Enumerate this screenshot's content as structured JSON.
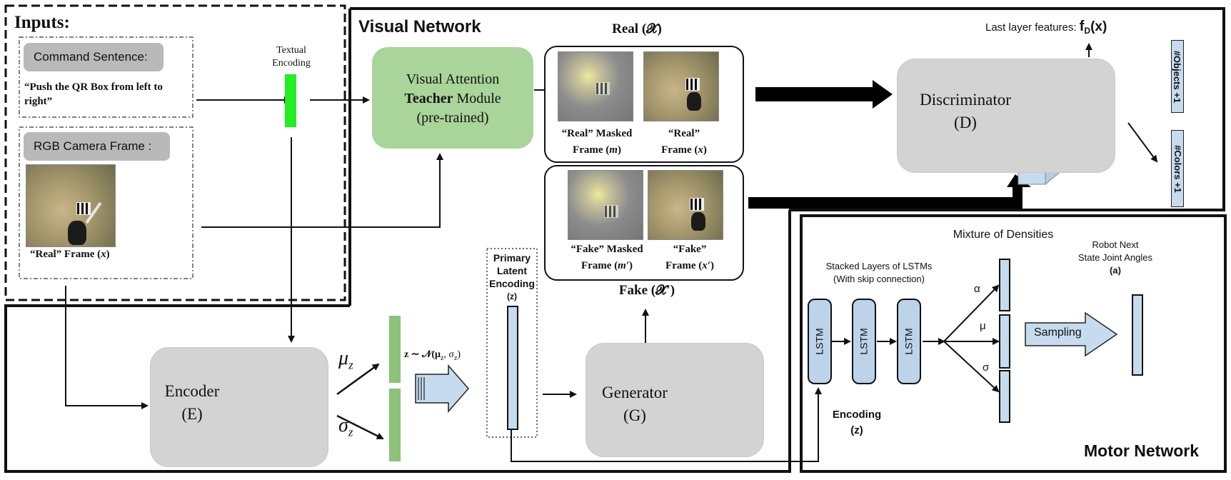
{
  "inputs": {
    "title": "Inputs:",
    "command_label": "Command Sentence:",
    "command_text_line1": "“Push the QR Box from left to",
    "command_text_line2": "right”",
    "rgb_label": "RGB Camera Frame :",
    "real_frame_label_prefix": "“Real” Frame (",
    "real_frame_label_var": "x",
    "real_frame_label_suffix": ")"
  },
  "textual_encoding": {
    "line1": "Textual",
    "line2": "Encoding",
    "color": "#22ee22"
  },
  "visual_network": {
    "title": "Visual Network",
    "teacher_line1": "Visual Attention",
    "teacher_bold": "Teacher",
    "teacher_line2_rest": " Module",
    "teacher_line3": "(pre-trained)",
    "real_title": "Real (𝓧)",
    "real_masked_line1": "“Real” Masked",
    "real_masked_line2_prefix": "Frame (",
    "real_masked_var": "m",
    "real_masked_suffix": ")",
    "real_line1": "“Real”",
    "real_line2_prefix": "Frame (",
    "real_var": "x",
    "real_suffix": ")",
    "fake_masked_line1": "“Fake” Masked",
    "fake_masked_line2_prefix": "Frame (",
    "fake_masked_var": "m′",
    "fake_masked_suffix": ")",
    "fake_line1": "“Fake”",
    "fake_line2_prefix": "Frame (",
    "fake_var": "x′",
    "fake_suffix": ")",
    "fake_title": "Fake (𝓧′)",
    "discriminator_line1": "Discriminator",
    "discriminator_line2": "(D)",
    "last_layer_prefix": "Last layer features: ",
    "last_layer_f": "f",
    "last_layer_sub": "D",
    "last_layer_suffix": "(x)",
    "objects_bar": "#Objects +1",
    "colors_bar": "#Colors +1"
  },
  "encoder": {
    "line1": "Encoder",
    "line2": "(E)",
    "mu": "μ",
    "mu_sub": "z",
    "sigma": "σ",
    "sigma_sub": "z",
    "sample_formula": "z ∼ 𝒩(μ",
    "sample_sub1": "z",
    "sample_mid": ", σ",
    "sample_sub2": "z",
    "sample_end": ")"
  },
  "latent": {
    "line1": "Primary",
    "line2": "Latent",
    "line3": "Encoding",
    "line4": "(z)"
  },
  "generator": {
    "line1": "Generator",
    "line2": "(G)"
  },
  "motor_network": {
    "title": "Motor Network",
    "mixture_title": "Mixture of Densities",
    "lstm_title_line1": "Stacked Layers of LSTMs",
    "lstm_title_line2": "(With skip connection)",
    "lstm_label": "LSTM",
    "alpha": "α",
    "mu": "μ",
    "sigma": "σ",
    "sampling_label": "Sampling",
    "robot_line1": "Robot Next",
    "robot_line2": "State Joint Angles",
    "robot_line3": "(a)",
    "encoding_line1": "Encoding",
    "encoding_line2": "(z)"
  },
  "colors": {
    "green_box": "#a9d49a",
    "gray_box": "#d3d3d3",
    "cube_blue": "#c6dbee",
    "cube_green": "#d7ebc9",
    "encoder_bar": "#8cc27a"
  }
}
